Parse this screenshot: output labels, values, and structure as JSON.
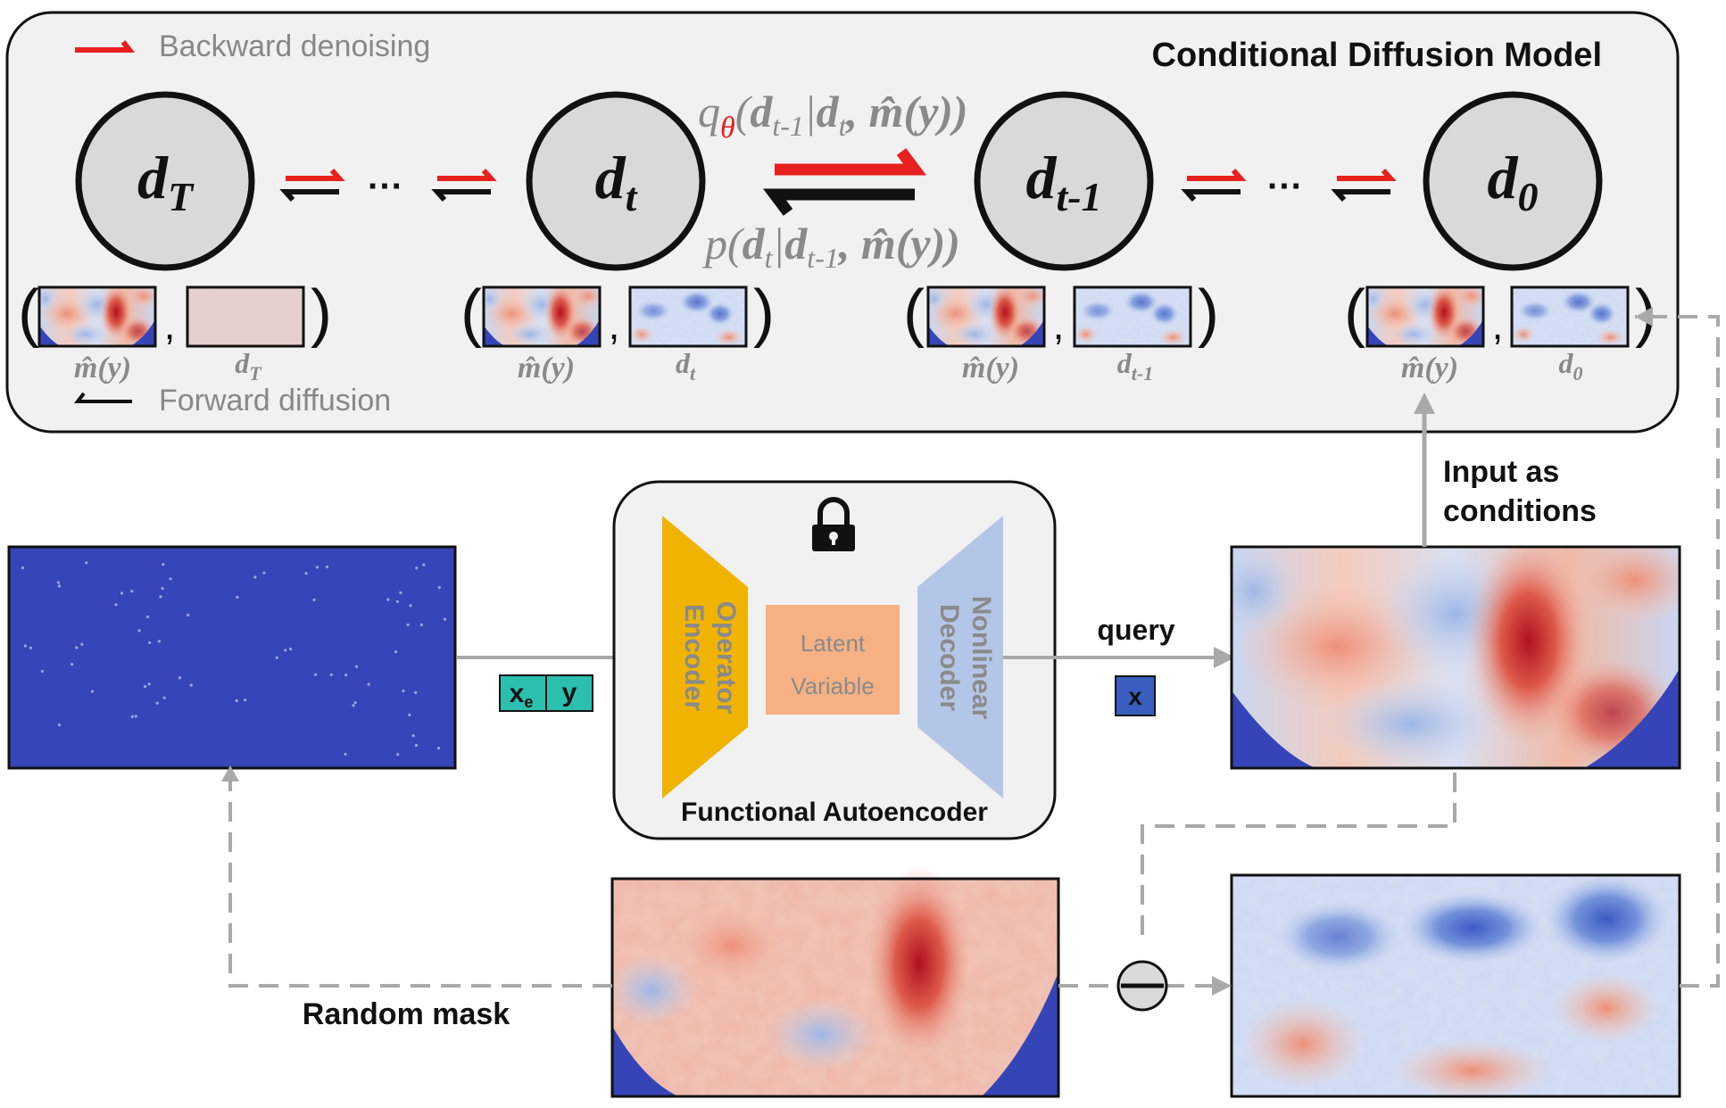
{
  "diffusion": {
    "title": "Conditional Diffusion Model",
    "legend_backward": "Backward denoising",
    "legend_forward": "Forward diffusion",
    "ellipsis": "···",
    "comma": ",",
    "open_paren": "(",
    "close_paren": ")",
    "states": [
      {
        "main": "d",
        "sub": "T"
      },
      {
        "main": "d",
        "sub": "t"
      },
      {
        "main": "d",
        "sub": "t-1"
      },
      {
        "main": "d",
        "sub": "0"
      }
    ],
    "cond_label": "m̂(y)",
    "pair_labels": [
      {
        "main": "d",
        "sub": "T"
      },
      {
        "main": "d",
        "sub": "t"
      },
      {
        "main": "d",
        "sub": "t-1"
      },
      {
        "main": "d",
        "sub": "0"
      }
    ],
    "q_formula": {
      "q": "q",
      "theta": "θ",
      "open": "(",
      "d1": "d",
      "s1": "t-1",
      "bar": "|",
      "d2": "d",
      "s2": "t",
      "rest": ", m̂(y))"
    },
    "p_formula": {
      "p": "p",
      "open": "(",
      "d1": "d",
      "s1": "t",
      "bar": "|",
      "d2": "d",
      "s2": "t-1",
      "rest": ", m̂(y))"
    }
  },
  "autoencoder": {
    "title": "Functional Autoencoder",
    "encoder_line1": "Operator",
    "encoder_line2": "Encoder",
    "latent_line1": "Latent",
    "latent_line2": "Variable",
    "decoder_line1": "Nonlinear",
    "decoder_line2": "Decoder"
  },
  "inputs": {
    "xe": "x",
    "xe_sub": "e",
    "y": "y",
    "x": "x",
    "query": "query"
  },
  "labels": {
    "input_conditions_1": "Input as",
    "input_conditions_2": "conditions",
    "random_mask": "Random mask"
  },
  "colors": {
    "red_arrow": "#e8201f",
    "black_arrow": "#111111",
    "panel_bg": "#f1f1f1",
    "encoder": "#f0b400",
    "latent": "#f5b184",
    "decoder": "#b4c6e7",
    "teal": "#2bbfae",
    "navy": "#3a4fc0",
    "gray_line": "#a9a9a9"
  }
}
